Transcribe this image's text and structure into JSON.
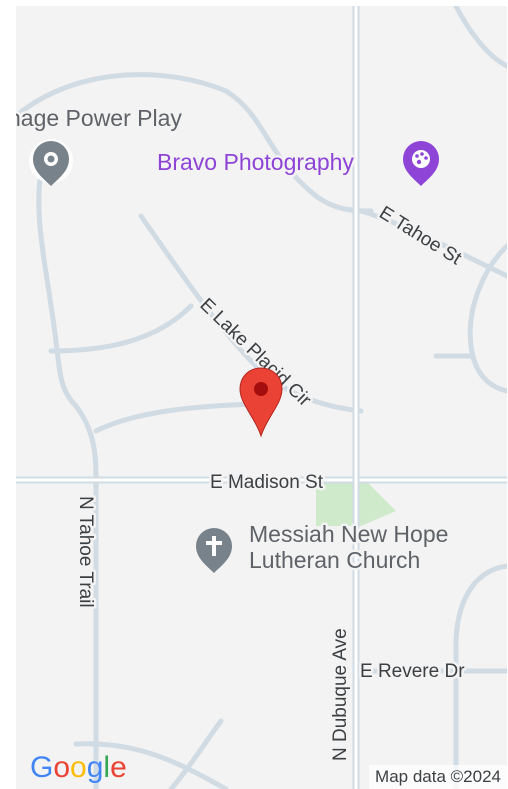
{
  "map": {
    "background": "#f3f3f3",
    "road_color": "#d1dbe3",
    "park_color": "#cfeacb",
    "streets": {
      "e_madison": "E Madison St",
      "e_tahoe": "E Tahoe St",
      "e_lake_placid": "E Lake Placid Cir",
      "n_tahoe_trail": "N Tahoe Trail",
      "n_dubuque": "N Dubuque Ave",
      "e_revere": "E Revere Dr"
    },
    "pois": {
      "power_play": {
        "name": "nage Power Play",
        "icon": "circle-dot-icon"
      },
      "bravo": {
        "name": "Bravo Photography",
        "icon": "palette-icon",
        "color": "#8e44d6"
      },
      "church": {
        "name_line1": "Messiah New Hope",
        "name_line2": "Lutheran Church",
        "icon": "cross-icon"
      }
    },
    "marker": {
      "icon": "map-pin-icon",
      "color": "#ea4335"
    },
    "branding": {
      "logo_text": "Google",
      "attribution": "Map data ©2024"
    }
  }
}
